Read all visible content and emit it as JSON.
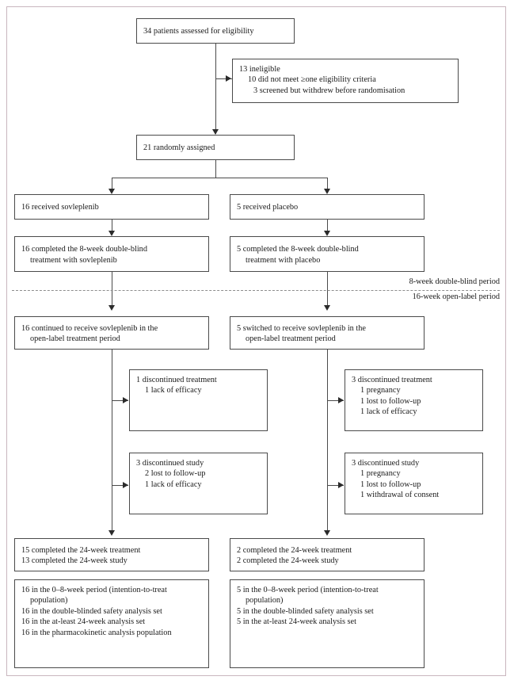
{
  "diagram": {
    "type": "consort-flow-diagram",
    "frame_color": "#c9b6be",
    "box_border_color": "#4a4a4a",
    "connector_color": "#4a4a4a",
    "divider_color": "#8d8d8d",
    "period_labels": {
      "above": "8-week double-blind period",
      "below": "16-week open-label period"
    },
    "nodes": {
      "assessed": {
        "lines": [
          "34 patients assessed for eligibility"
        ]
      },
      "ineligible": {
        "lines": [
          "13 ineligible",
          "10 did not meet ≥one eligibility criteria",
          "3 screened but withdrew before randomisation"
        ]
      },
      "randomised": {
        "lines": [
          "21 randomly assigned"
        ]
      },
      "received_sovleplenib": {
        "lines": [
          "16 received sovleplenib"
        ]
      },
      "received_placebo": {
        "lines": [
          "5 received placebo"
        ]
      },
      "completed_db_sovleplenib": {
        "lines": [
          "16 completed the 8-week double-blind",
          "treatment with sovleplenib"
        ]
      },
      "completed_db_placebo": {
        "lines": [
          "5 completed the 8-week double-blind",
          "treatment with placebo"
        ]
      },
      "continued_sovleplenib": {
        "lines": [
          "16 continued to receive sovleplenib in the",
          "open-label treatment period"
        ]
      },
      "switched_sovleplenib": {
        "lines": [
          "5 switched to receive sovleplenib in the",
          "open-label treatment period"
        ]
      },
      "disc_treatment_left": {
        "lines": [
          "1 discontinued treatment",
          "1 lack of efficacy"
        ]
      },
      "disc_treatment_right": {
        "lines": [
          "3 discontinued treatment",
          "1 pregnancy",
          "1 lost to follow-up",
          "1 lack of efficacy"
        ]
      },
      "disc_study_left": {
        "lines": [
          "3 discontinued study",
          "2 lost to follow-up",
          "1 lack of efficacy"
        ]
      },
      "disc_study_right": {
        "lines": [
          "3 discontinued study",
          "1 pregnancy",
          "1 lost to follow-up",
          "1 withdrawal of consent"
        ]
      },
      "completed_24w_left": {
        "lines": [
          "15 completed the 24-week treatment",
          "13 completed the 24-week study"
        ]
      },
      "completed_24w_right": {
        "lines": [
          "2 completed the 24-week treatment",
          "2 completed the 24-week study"
        ]
      },
      "analysis_left": {
        "lines": [
          "16 in the 0–8-week period (intention-to-treat population)",
          "16 in the double-blinded safety analysis set",
          "16 in the at-least 24-week analysis set",
          "16 in the pharmacokinetic analysis population"
        ]
      },
      "analysis_right": {
        "lines": [
          "5 in the 0–8-week period (intention-to-treat population)",
          "5 in the double-blinded safety analysis set",
          "5 in the at-least 24-week analysis set"
        ]
      }
    }
  }
}
